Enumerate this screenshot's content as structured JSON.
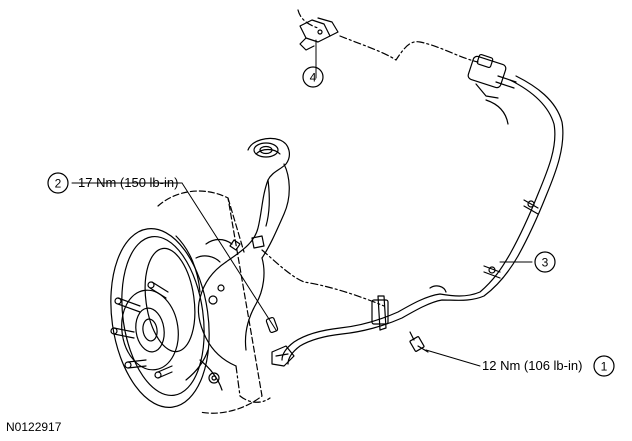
{
  "figure": {
    "id": "N0122917",
    "colors": {
      "line": "#000000",
      "background": "#ffffff"
    }
  },
  "callouts": [
    {
      "number": "1",
      "label": "12 Nm (106 lb-in)"
    },
    {
      "number": "2",
      "label": "17 Nm (150 lb-in)"
    },
    {
      "number": "3",
      "label": ""
    },
    {
      "number": "4",
      "label": ""
    }
  ]
}
